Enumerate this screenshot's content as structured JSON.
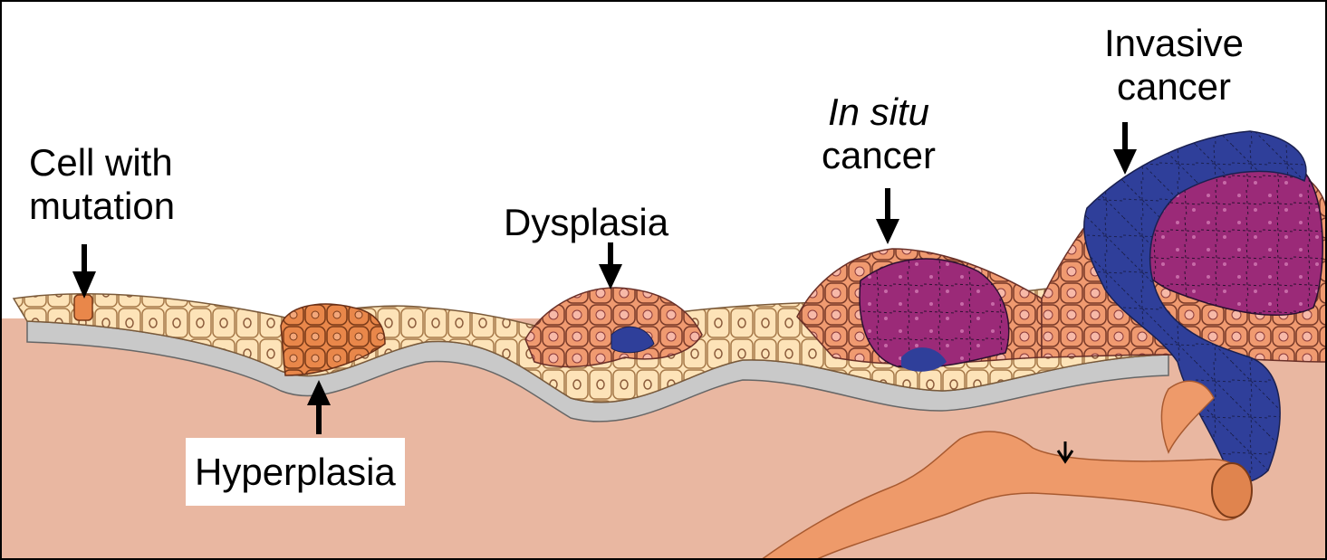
{
  "labels": {
    "cell_with_mutation": [
      "Cell with",
      "mutation"
    ],
    "hyperplasia": "Hyperplasia",
    "dysplasia": "Dysplasia",
    "in_situ": {
      "italic": "In situ",
      "word": "cancer"
    },
    "invasive": [
      "Invasive",
      "cancer"
    ]
  },
  "colors": {
    "tissue": "#e9b7a1",
    "basement_membrane": "#c9c9c9",
    "normal_cell": "#fde3b8",
    "hyperplasia_cell": "#e9874a",
    "dysplasia_cell": "#f0926a",
    "in_situ_cancer": "#9b2a78",
    "invasive_cancer": "#2f3f9a",
    "blood_vessel": "#ee9a6a",
    "border": "#000000"
  }
}
